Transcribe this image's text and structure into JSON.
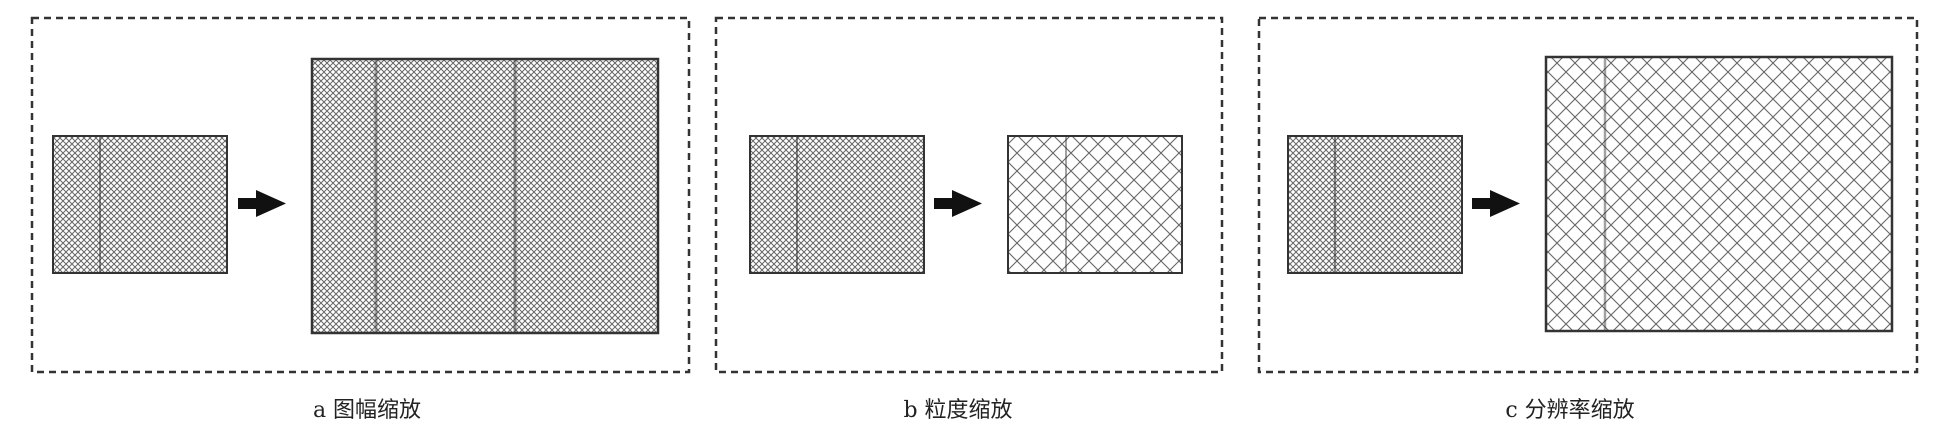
{
  "panels": [
    {
      "id": "a",
      "caption": "a 图幅缩放"
    },
    {
      "id": "b",
      "caption": "b 粒度缩放"
    },
    {
      "id": "c",
      "caption": "c 分辨率缩放"
    }
  ],
  "colors": {
    "stroke": "#333333",
    "arrow": "#111111",
    "fine_pattern": "#555555",
    "coarse_pattern": "#555555",
    "background": "#ffffff"
  }
}
